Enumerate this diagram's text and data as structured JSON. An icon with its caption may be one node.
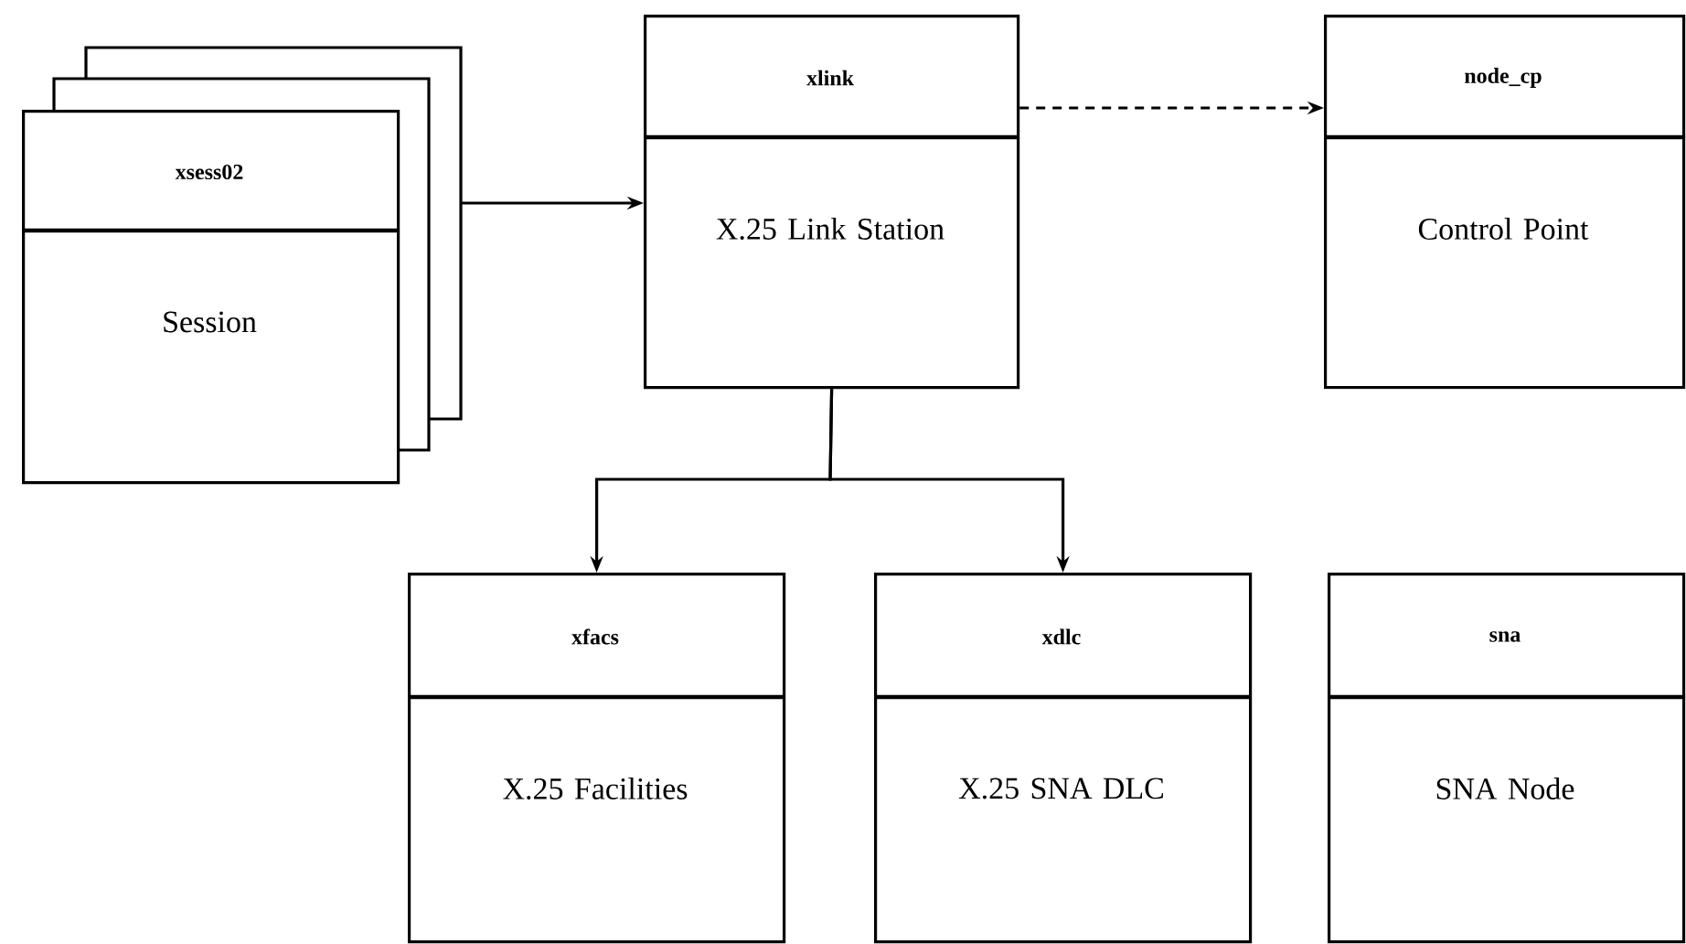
{
  "diagram": {
    "nodes": [
      {
        "text": [
          "xsess02",
          "Session"
        ]
      },
      {
        "text": [
          "xlink",
          "X.25 Link Station"
        ]
      },
      {
        "text": [
          "node_cp",
          "Control Point"
        ]
      },
      {
        "text": [
          "xfacs",
          "X.25 Facilities"
        ]
      },
      {
        "text": [
          "xdlc",
          "X.25 SNA DLC"
        ]
      },
      {
        "text": [
          "sna",
          "SNA Node"
        ]
      }
    ],
    "edges": [
      {
        "from": 0,
        "to": 1,
        "arrow": "to"
      },
      {
        "from": 1,
        "to": 2,
        "arrow": "to",
        "style": "dashed"
      },
      {
        "from": 1,
        "to": 3,
        "arrow": "to"
      },
      {
        "from": 1,
        "to": 4,
        "arrow": "to"
      }
    ]
  }
}
